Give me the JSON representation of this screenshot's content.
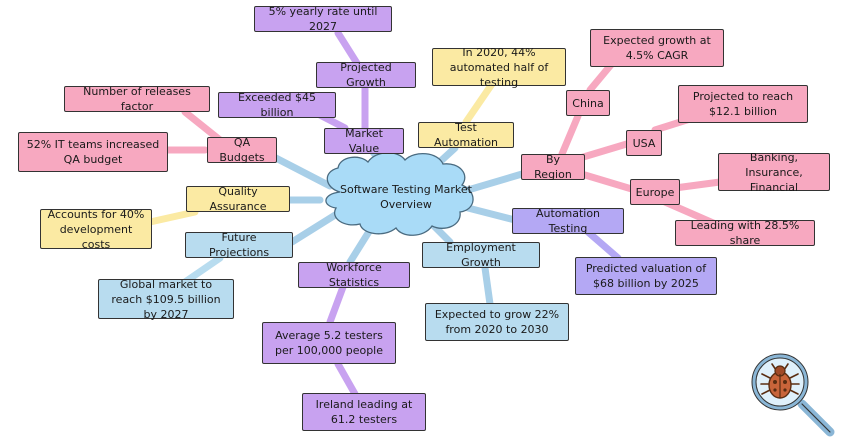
{
  "center": {
    "title": "Software Testing Market Overview"
  },
  "nodes": {
    "market_value": "Market Value",
    "projected_growth": "Projected Growth",
    "yearly_rate": "5% yearly rate until 2027",
    "exceeded_45": "Exceeded $45 billion",
    "test_automation": "Test Automation",
    "in_2020_44": "In 2020, 44% automated half of testing",
    "by_region": "By Region",
    "china": "China",
    "china_growth": "Expected growth at 4.5% CAGR",
    "usa": "USA",
    "usa_projection": "Projected to reach $12.1 billion",
    "europe": "Europe",
    "europe_sectors": "Banking, Insurance, Financial",
    "europe_share": "Leading with 28.5% share",
    "automation_testing": "Automation Testing",
    "automation_valuation": "Predicted valuation of $68 billion by 2025",
    "employment_growth": "Employment Growth",
    "employment_expected": "Expected to grow 22% from 2020 to 2030",
    "workforce_statistics": "Workforce Statistics",
    "avg_testers": "Average 5.2 testers per 100,000 people",
    "ireland_leading": "Ireland leading at 61.2 testers",
    "future_projections": "Future Projections",
    "global_market": "Global market to reach $109.5 billion by 2027",
    "quality_assurance": "Quality Assurance",
    "accounts_40": "Accounts for 40% development costs",
    "qa_budgets": "QA Budgets",
    "releases_factor": "Number of releases factor",
    "qa_52": "52% IT teams increased QA budget"
  },
  "colors": {
    "pink": "#f7a8c0",
    "purple": "#c8a2f0",
    "light_blue": "#b8dcef",
    "yellow": "#fbeaa3",
    "violet": "#b4a8f4",
    "cloud": "#a9dbf7"
  },
  "icons": {
    "corner_icon": "bug-magnifier-icon"
  }
}
